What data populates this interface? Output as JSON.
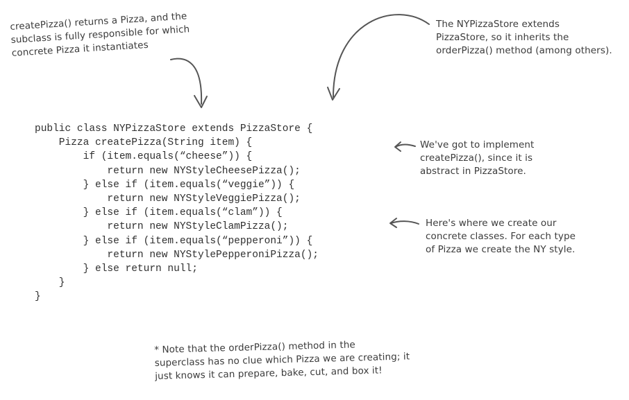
{
  "annotations": {
    "top_left": [
      "createPizza() returns a Pizza, and the",
      "subclass is fully responsible for which",
      "concrete Pizza it instantiates"
    ],
    "top_right": [
      "The NYPizzaStore extends",
      "PizzaStore, so it inherits the",
      "orderPizza() method (among others)."
    ],
    "implement_note": [
      "We've got to implement",
      "createPizza(), since it is",
      "abstract in PizzaStore."
    ],
    "concrete_note": [
      "Here's where we create our",
      "concrete classes.  For each type",
      "of Pizza we create the NY style."
    ],
    "footnote": [
      "* Note that the orderPizza() method in the",
      "superclass has no clue which Pizza we are creating; it",
      "just knows it can prepare, bake, cut, and box it!"
    ]
  },
  "code_lines": [
    "public class NYPizzaStore extends PizzaStore {",
    "    Pizza createPizza(String item) {",
    "        if (item.equals(“cheese”)) {",
    "            return new NYStyleCheesePizza();",
    "        } else if (item.equals(“veggie”)) {",
    "            return new NYStyleVeggiePizza();",
    "        } else if (item.equals(“clam”)) {",
    "            return new NYStyleClamPizza();",
    "        } else if (item.equals(“pepperoni”)) {",
    "            return new NYStylePepperoniPizza();",
    "        } else return null;",
    "    }",
    "}"
  ]
}
